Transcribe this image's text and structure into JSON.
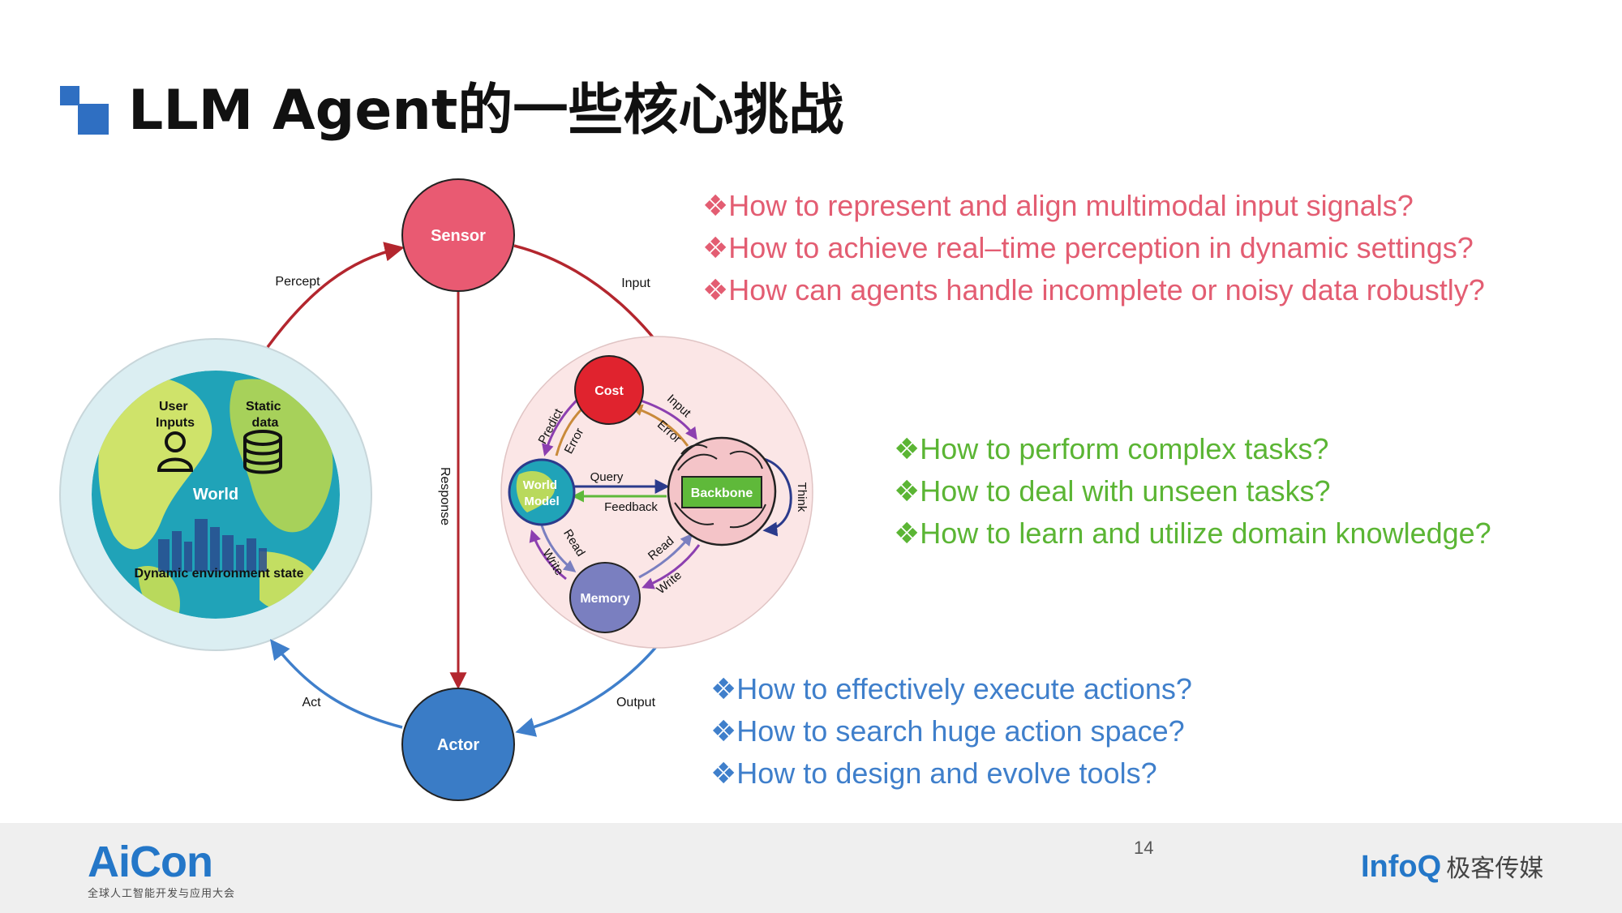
{
  "title": "LLM Agent的一些核心挑战",
  "diagram": {
    "sensor": "Sensor",
    "actor": "Actor",
    "percept": "Percept",
    "input_outer": "Input",
    "response": "Response",
    "act": "Act",
    "output": "Output",
    "world": {
      "label": "World",
      "user_inputs": "User\nInputs",
      "static_data": "Static\ndata",
      "dynamic_env": "Dynamic environment state"
    },
    "agent": {
      "cost": "Cost",
      "world_model": "World\nModel",
      "backbone": "Backbone",
      "memory": "Memory",
      "predict": "Predict",
      "error_left": "Error",
      "input_inner": "Input",
      "error_right": "Error",
      "query": "Query",
      "feedback": "Feedback",
      "think": "Think",
      "read_left": "Read",
      "write_left": "Write",
      "read_right": "Read",
      "write_right": "Write"
    }
  },
  "questions": {
    "perception": [
      "❖How to represent and align multimodal input signals?",
      "❖How to achieve real–time perception in dynamic settings?",
      "❖How can agents handle incomplete or noisy data robustly?"
    ],
    "reasoning": [
      "❖How to perform complex tasks?",
      "❖How to deal with unseen tasks?",
      "❖How to learn and utilize domain knowledge?"
    ],
    "action": [
      "❖How to effectively execute actions?",
      "❖How to search huge action space?",
      "❖How to design and evolve tools?"
    ]
  },
  "footer": {
    "page_number": "14",
    "aicon_logo": "AiCon",
    "aicon_subtitle": "全球人工智能开发与应用大会",
    "infoq_logo": "InfoQ",
    "infoq_cn": "极客传媒"
  },
  "colors": {
    "perception": "#e35d72",
    "reasoning": "#5bb534",
    "action": "#3f7fcb",
    "sensor": "#e95a72",
    "actor": "#3a7cc6",
    "cost": "#e0232e",
    "memory": "#7a7fc0",
    "backbone": "#5fb93a"
  }
}
